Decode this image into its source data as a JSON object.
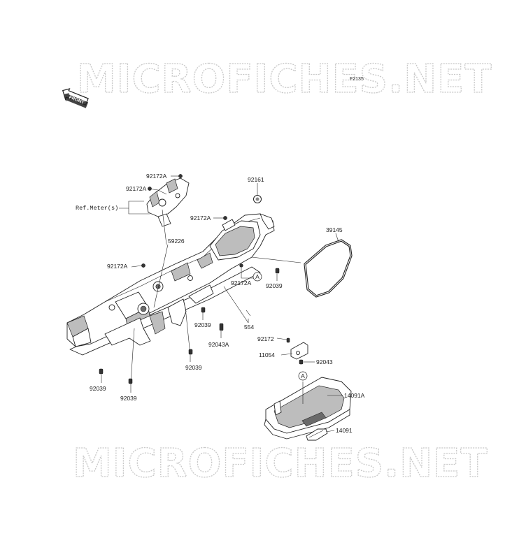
{
  "watermark": {
    "text": "MICROFICHES.NET"
  },
  "figure_code": "F2135",
  "front_arrow": {
    "label": "FRONT",
    "icon": "front-arrow-icon"
  },
  "ref_label": "Ref.Meter(s)",
  "callout_marker": "A",
  "callouts": {
    "c92172A_1": "92172A",
    "c92172A_2": "92172A",
    "c92172A_3": "92172A",
    "c92172A_4": "92172A",
    "c92172A_5": "92172A",
    "c92161": "92161",
    "c59226": "59226",
    "c39145": "39145",
    "c92039_1": "92039",
    "c92039_2": "92039",
    "c92039_3": "92039",
    "c92039_4": "92039",
    "c92039_5": "92039",
    "c554": "554",
    "c92043A": "92043A",
    "c92172": "92172",
    "c11054": "11054",
    "c92043": "92043",
    "c14091A": "14091A",
    "c14091": "14091"
  },
  "colors": {
    "line": "#222222",
    "shade": "#bdbdbd",
    "watermark": "#c8c8c8"
  }
}
